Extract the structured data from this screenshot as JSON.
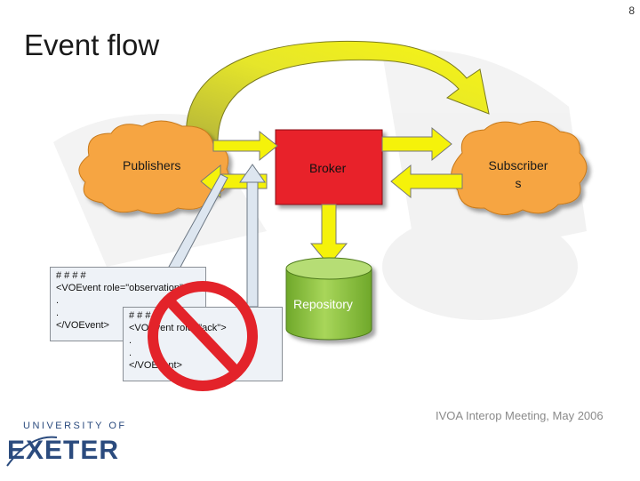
{
  "page_number": "8",
  "title": "Event flow",
  "nodes": {
    "publishers": "Publishers",
    "broker": "Broker",
    "subscribers": "Subscriber\ns",
    "repository": "Repository"
  },
  "code_observation": {
    "lines": [
      "# # # #",
      "<VOEvent role=\"observation\">",
      ".",
      ".",
      "</VOEvent>"
    ]
  },
  "code_ack": {
    "lines": [
      "# # # #",
      "<VOEvent role=\"ack\">",
      ".",
      ".",
      "</VOEvent>"
    ]
  },
  "footer": {
    "meeting": "IVOA Interop Meeting, May 2006"
  },
  "logo": {
    "university": "UNIVERSITY OF",
    "name": "EXETER"
  },
  "colors": {
    "cloud": "#f6a542",
    "broker": "#e8222a",
    "arrow_yellow": "#f5f20a",
    "repository": "#8fc63d",
    "no_sign": "#e3232a",
    "code_bg": "#eef2f7"
  }
}
